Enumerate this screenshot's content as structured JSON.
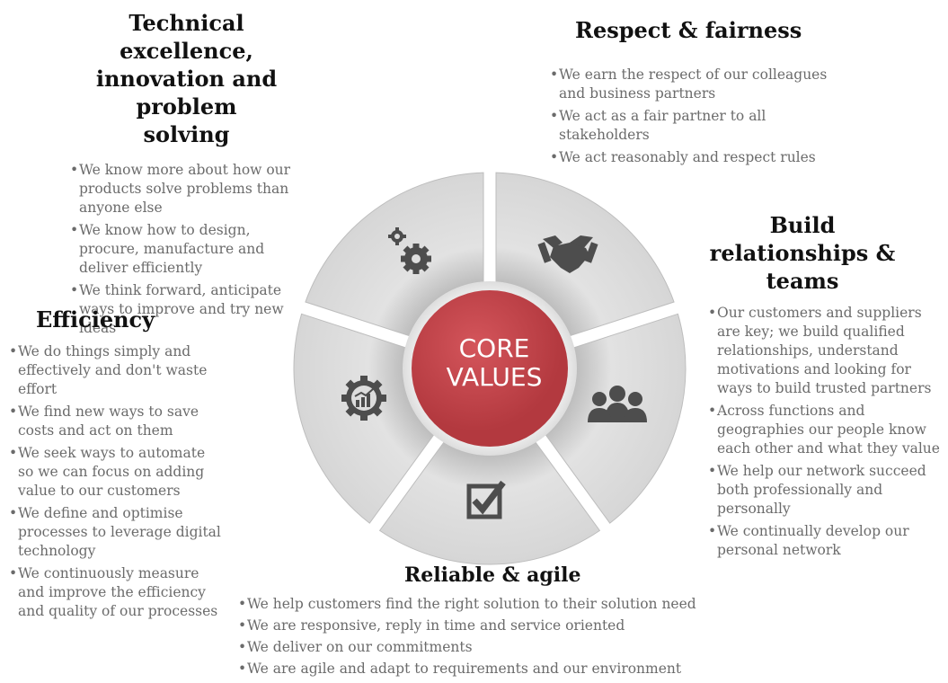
{
  "center": {
    "line1": "CORE",
    "line2": "VALUES"
  },
  "colors": {
    "segment": "#dddddd",
    "segment_border": "#bdbdbd",
    "center_fill": "#c0444a",
    "icon": "#4d4d4d",
    "heading": "#111111",
    "bullet_text": "#6b6b6b"
  },
  "technical": {
    "title_line1": "Technical excellence,",
    "title_line2": "innovation and problem",
    "title_line3": "solving",
    "icon": "gears-icon",
    "bullets": [
      "We know more about how our products solve problems than anyone else",
      "We know how to design, procure, manufacture and deliver efficiently",
      "We think forward, anticipate ways to improve and try new ideas"
    ]
  },
  "respect": {
    "title": "Respect & fairness",
    "icon": "handshake-icon",
    "bullets": [
      "We earn the respect of our colleagues and business partners",
      "We act as a fair partner to all stakeholders",
      "We act reasonably and respect rules"
    ]
  },
  "relationships": {
    "title_line1": "Build",
    "title_line2": "relationships &",
    "title_line3": "teams",
    "icon": "people-group-icon",
    "bullets": [
      "Our customers and suppliers are key; we build qualified relationships, understand motivations and looking for ways to build trusted partners",
      "Across functions and geographies our people know each other and what they value",
      "We help our network succeed both professionally and personally",
      "We continually develop our personal network"
    ]
  },
  "reliable": {
    "title": "Reliable & agile",
    "icon": "checkbox-icon",
    "bullets": [
      "We help customers find the right solution to their solution need",
      "We are responsive, reply in time and service oriented",
      "We deliver on our commitments",
      "We are agile and adapt to requirements and our environment"
    ]
  },
  "efficiency": {
    "title": "Efficiency",
    "icon": "growth-chart-badge-icon",
    "bullets": [
      "We do things simply and effectively and don't waste effort",
      "We find new ways to save costs and act on them",
      "We seek ways to automate so we can focus on adding value to our customers",
      "We define and optimise processes to leverage digital technology",
      "We continuously measure and improve the efficiency and quality of our processes"
    ]
  }
}
